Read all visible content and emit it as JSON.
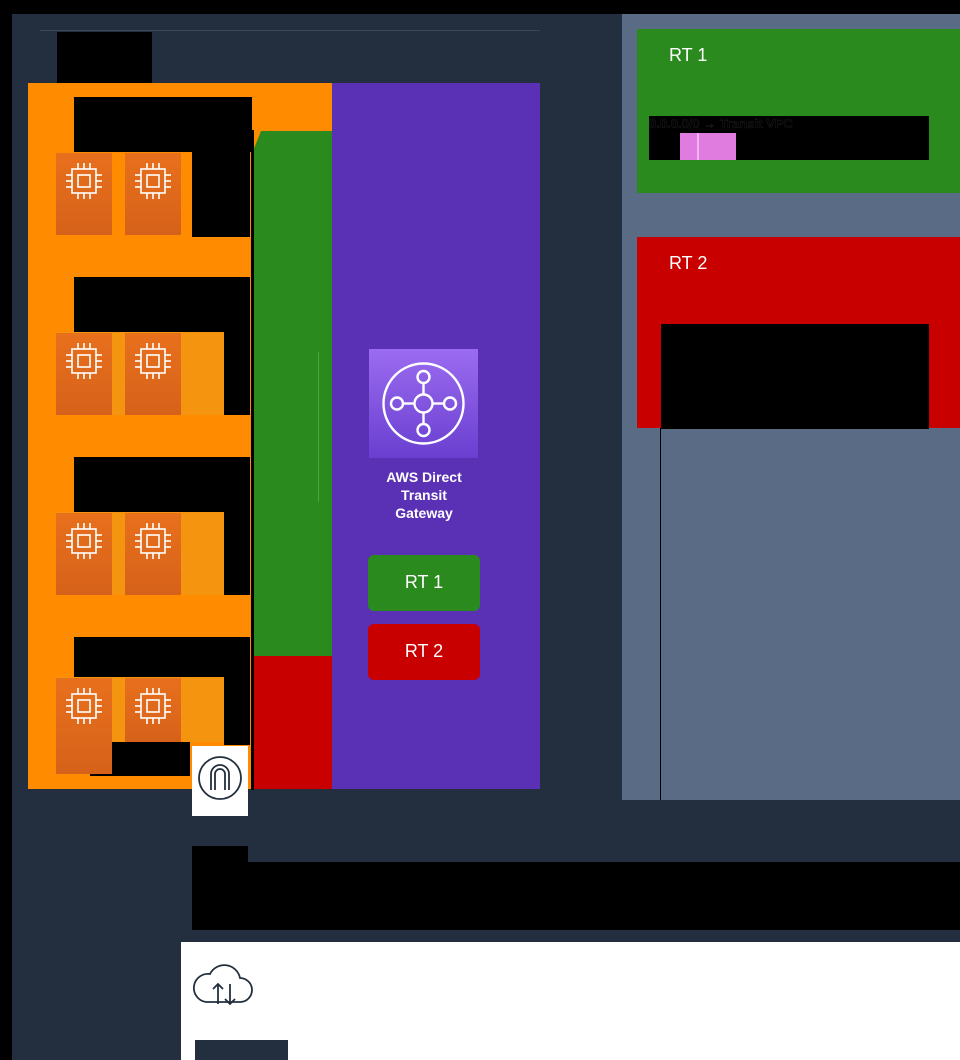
{
  "diagram": {
    "tgw_label": "AWS Direct Transit Gateway",
    "tgw_rt1_label": "RT 1",
    "tgw_rt2_label": "RT 2",
    "right_rt1_title": "RT 1",
    "right_rt2_title": "RT 2",
    "rt1_route_text": "0.0.0.0/0 → Transit VPC",
    "colors": {
      "dark_navy": "#232F3E",
      "slate": "#5A6B86",
      "orange": "#FF8C00",
      "purple": "#5A30B5",
      "green": "#2B8A1E",
      "red": "#C80000",
      "pink": "#E07BE0"
    },
    "icons": [
      "ec2-instance-icon",
      "transit-gateway-icon",
      "internet-gateway-icon",
      "cloud-upload-download-icon"
    ]
  }
}
